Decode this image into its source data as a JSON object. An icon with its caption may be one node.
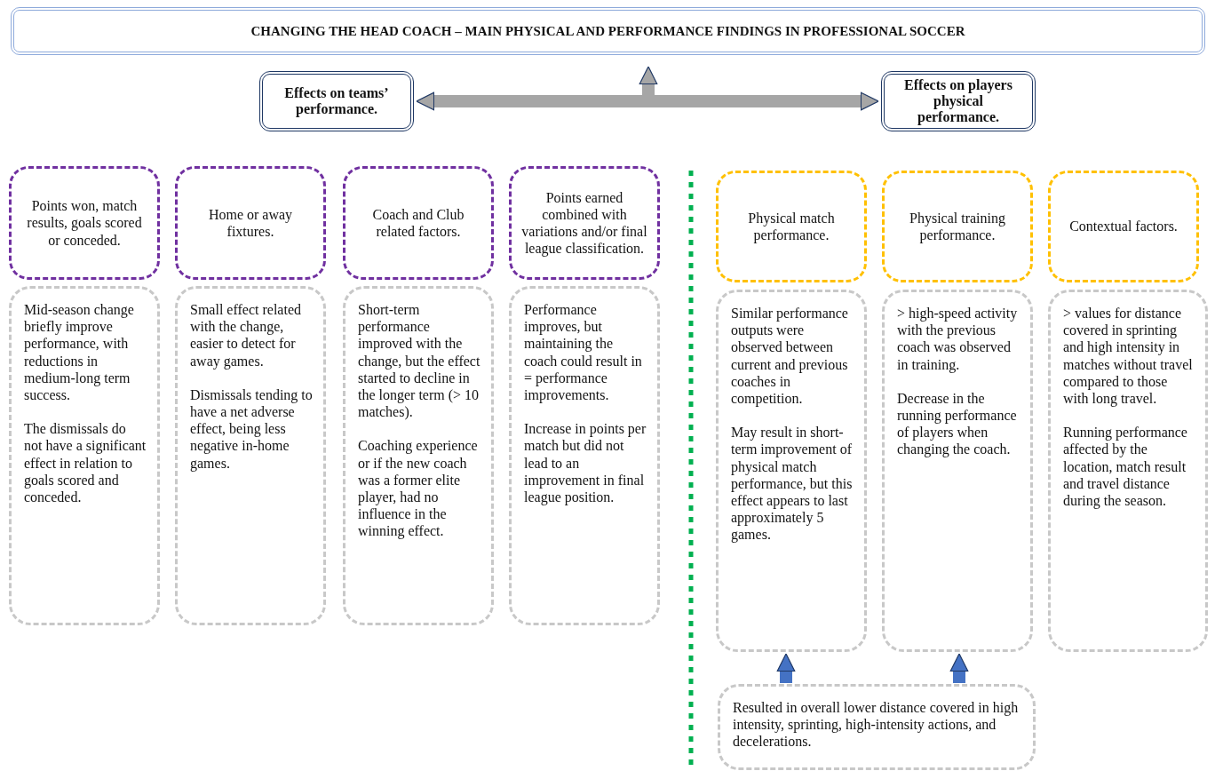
{
  "diagram": {
    "nodes": [
      {
        "text": [
          "CHANGING THE HEAD COACH – MAIN PHYSICAL AND PERFORMANCE FINDINGS IN PROFESSIONAL SOCCER"
        ]
      },
      {
        "text": [
          "Effects on teams’ performance."
        ]
      },
      {
        "text": [
          "Effects on players physical performance."
        ]
      },
      {
        "text": [
          "Points won, match results, goals scored or conceded."
        ]
      },
      {
        "text": [
          "Home or away fixtures."
        ]
      },
      {
        "text": [
          "Coach and Club related factors."
        ]
      },
      {
        "text": [
          "Points earned combined with variations and/or final league classification."
        ]
      },
      {
        "text": [
          "Physical match performance."
        ]
      },
      {
        "text": [
          "Physical training performance."
        ]
      },
      {
        "text": [
          "Contextual factors."
        ]
      },
      {
        "text": [
          "Mid-season change briefly improve performance, with reductions in medium-long term success.",
          "The dismissals do not have a significant effect in relation to goals scored and conceded."
        ]
      },
      {
        "text": [
          "Small effect related with the change, easier to detect for away games.",
          "Dismissals tending to have a net adverse effect, being less negative in-home games."
        ]
      },
      {
        "text": [
          "Short-term performance improved with the change, but the effect started to decline in the longer term (> 10 matches).",
          "Coaching experience or if the new coach was a former elite player, had no influence in the winning effect."
        ]
      },
      {
        "text": [
          "Performance improves, but maintaining the coach could result in = performance improvements.",
          "Increase in points per match but did not lead to an improvement in final league position."
        ]
      },
      {
        "text": [
          "Similar performance outputs were observed between current and previous coaches in competition.",
          "May result in short-term improvement of physical match performance, but this effect appears to last approximately 5 games."
        ]
      },
      {
        "text": [
          "> high-speed activity with the previous coach was observed in training.",
          "Decrease in the running performance of players when changing the coach."
        ]
      },
      {
        "text": [
          "> values for distance covered in sprinting and high intensity in matches without travel compared to those with long travel.",
          "Running performance affected by the location, match result and travel distance during the season."
        ]
      },
      {
        "text": [
          "Resulted in overall lower distance covered in high intensity, sprinting, high-intensity actions, and decelerations."
        ]
      }
    ],
    "edges": [
      {
        "from": 1,
        "to": 2,
        "arrow": "both",
        "color": "#a6a6a6"
      },
      {
        "from": null,
        "to": 0,
        "arrow": "to",
        "color": "#a6a6a6"
      },
      {
        "from": 17,
        "to": 14,
        "arrow": "to",
        "color": "#4472c4"
      },
      {
        "from": 17,
        "to": 15,
        "arrow": "to",
        "color": "#4472c4"
      }
    ]
  }
}
